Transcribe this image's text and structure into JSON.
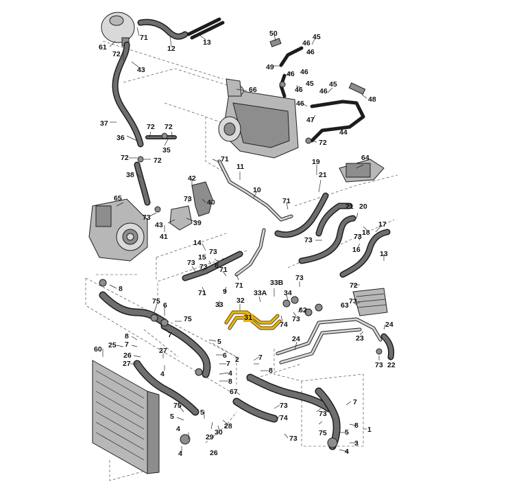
{
  "diagram": {
    "highlighted_part": "31",
    "highlight_color": "#f0b400",
    "labels": [
      "1",
      "2",
      "3",
      "4",
      "5",
      "6",
      "7",
      "8",
      "9",
      "10",
      "11",
      "12",
      "13",
      "14",
      "15",
      "16",
      "17",
      "18",
      "19",
      "20",
      "21",
      "22",
      "23",
      "24",
      "25",
      "26",
      "27",
      "28",
      "29",
      "30",
      "31",
      "32",
      "33",
      "33A",
      "33B",
      "34",
      "35",
      "36",
      "37",
      "38",
      "39",
      "40",
      "41",
      "42",
      "43",
      "44",
      "45",
      "46",
      "47",
      "48",
      "49",
      "50",
      "60",
      "61",
      "62",
      "63",
      "64",
      "65",
      "66",
      "67",
      "71",
      "72",
      "73",
      "74",
      "75"
    ]
  }
}
